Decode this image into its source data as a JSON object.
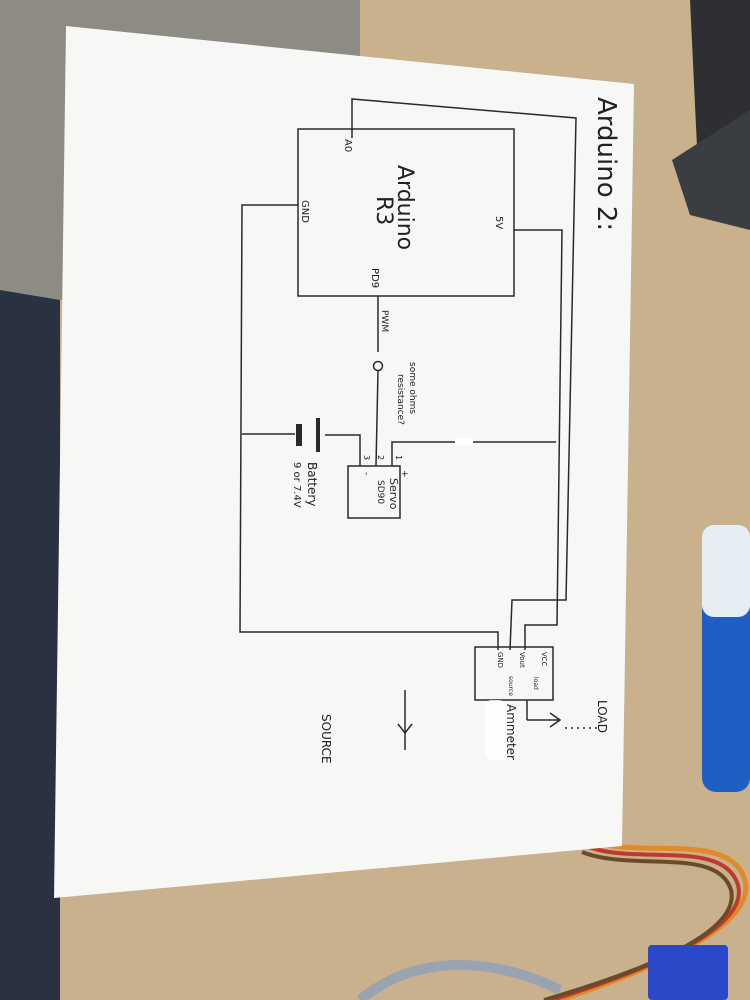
{
  "diagram": {
    "title": "Arduino 2:",
    "board": {
      "name": "Arduino",
      "model": "R3"
    },
    "pins": {
      "a0": "A0",
      "gnd": "GND",
      "v5": "5V",
      "pd9": "PD9"
    },
    "pwm_label": "PWM",
    "note": {
      "line1": "some ohms",
      "line2": "resistance?"
    },
    "servo": {
      "name": "Servo",
      "model": "SD90",
      "pin1": "1",
      "pin2": "2",
      "pin3": "3",
      "plus": "+",
      "minus": "-"
    },
    "battery": {
      "name": "Battery",
      "voltage": "9 or 7.4V"
    },
    "ammeter": {
      "name": "Ammeter",
      "pins": {
        "vcc": "VCC",
        "load": "load",
        "vout": "Vout",
        "gnd": "GND",
        "source": "source"
      }
    },
    "load_label": "LOAD",
    "source_label": "SOURCE"
  },
  "colors": {
    "desk": "#c9b28d",
    "paper": "#f7f7f5",
    "ink": "#2a2a2a",
    "ammeter_blue": "#1f5fc4",
    "servo_blue": "#2a48c8",
    "wire_orange": "#e08a2a"
  }
}
